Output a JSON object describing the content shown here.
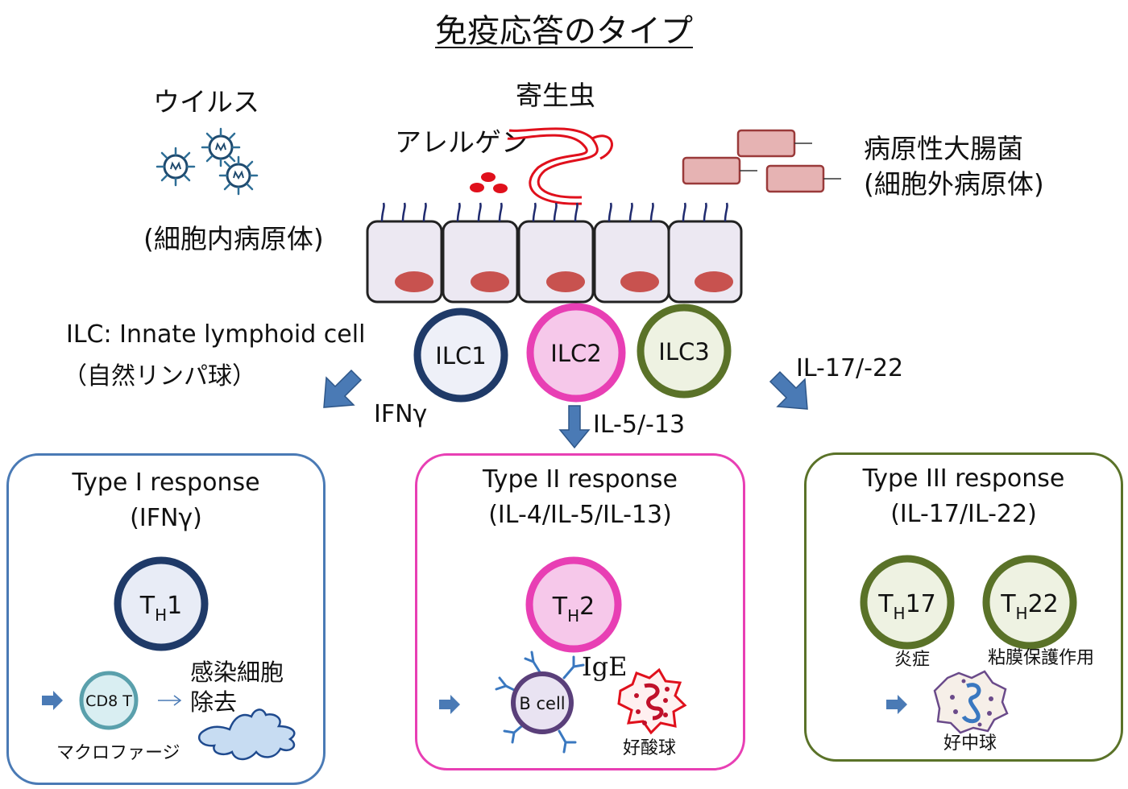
{
  "title": "免疫応答のタイプ",
  "pathogens": {
    "virus": "ウイルス",
    "virus_type": "(細胞内病原体)",
    "parasite": "寄生虫",
    "allergen": "アレルゲン",
    "bacteria": "病原性大腸菌",
    "bacteria_type": "(細胞外病原体)"
  },
  "ilc_legend": {
    "line1": "ILC: Innate lymphoid cell",
    "line2": "（自然リンパ球）"
  },
  "ilcs": [
    {
      "label": "ILC1",
      "color": "#1f3a68"
    },
    {
      "label": "ILC2",
      "color": "#e83fb4"
    },
    {
      "label": "ILC3",
      "color": "#5a7228"
    }
  ],
  "cytokines": {
    "left": "IFNγ",
    "middle": "IL-5/-13",
    "right": "IL-17/-22"
  },
  "responses": [
    {
      "title": "Type I response",
      "subtitle": "(IFNγ)",
      "color": "#4a7ab5",
      "cells": [
        {
          "base": "T",
          "sub": "H",
          "num": "1"
        }
      ],
      "cd8": "CD8 T",
      "effect": [
        "感染細胞",
        "除去"
      ],
      "macrophage": "マクロファージ"
    },
    {
      "title": "Type II response",
      "subtitle": "(IL-4/IL-5/IL-13)",
      "color": "#e83fb4",
      "cells": [
        {
          "base": "T",
          "sub": "H",
          "num": "2"
        }
      ],
      "ige": "IgE",
      "bcell": "B cell",
      "eosinophil": "好酸球"
    },
    {
      "title": "Type III response",
      "subtitle": "(IL-17/IL-22)",
      "color": "#5a7228",
      "cells": [
        {
          "base": "T",
          "sub": "H",
          "num": "17",
          "caption": "炎症"
        },
        {
          "base": "T",
          "sub": "H",
          "num": "22",
          "caption": "粘膜保護作用"
        }
      ],
      "neutrophil": "好中球"
    }
  ],
  "colors": {
    "arrow": "#4a7ab5",
    "epithelium_fill": "#ece8f2",
    "nucleus": "#c8524f",
    "allergen_dot": "#e0101c",
    "bacteria_fill": "#e6b3b3",
    "bacteria_stroke": "#9a3a3a"
  }
}
